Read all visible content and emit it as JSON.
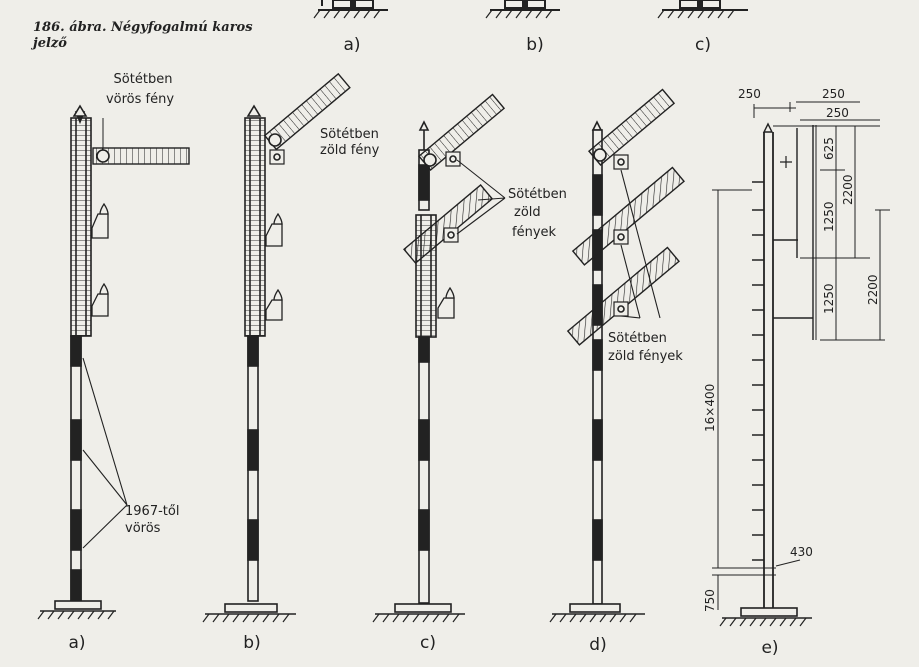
{
  "caption": {
    "number": "186. ábra.",
    "title": "Négyfogalmú karos jelző"
  },
  "top_labels": [
    "a)",
    "b)",
    "c)"
  ],
  "figure_labels": [
    "a)",
    "b)",
    "c)",
    "d)",
    "e)"
  ],
  "annotations": {
    "a_light_1": "Sötétben",
    "a_light_2": "vörös fény",
    "b_light_1": "Sötétben",
    "b_light_2": "zöld fény",
    "c_light_1": "Sötétben",
    "c_light_2": "zöld",
    "c_light_3": "fények",
    "d_light_1": "Sötétben",
    "d_light_2": "zöld fények",
    "since_1": "1967-től",
    "since_2": "vörös"
  },
  "dimensions": {
    "d250_left": "250",
    "d250_right_top": "250",
    "d250_right_mid": "250",
    "d625": "625",
    "d2200_a": "2200",
    "d1250_a": "1250",
    "d1250_b": "1250",
    "d2200_b": "2200",
    "d16x400": "16×400",
    "d430": "430",
    "d750": "750"
  },
  "colors": {
    "ink": "#222222",
    "paper": "#efeee9"
  }
}
